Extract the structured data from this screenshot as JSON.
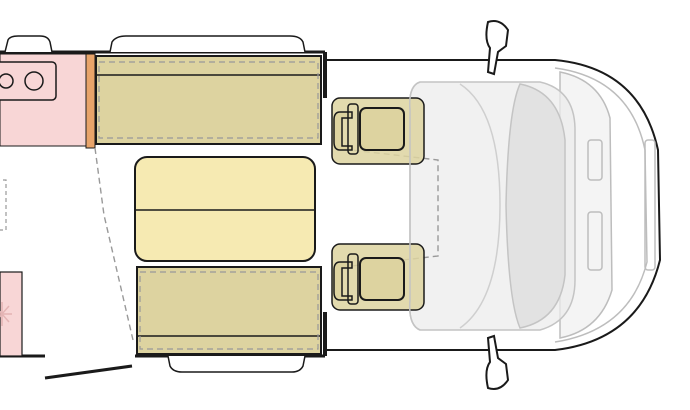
{
  "colors": {
    "background": "#ffffff",
    "outline": "#1a1a1a",
    "cushion_olive": "#ddd3a0",
    "cushion_light": "#f6eab2",
    "cushion_dark_line": "#2a2a2a",
    "kitchen_pink": "#f8d6d6",
    "partition_orange": "#e8a46a",
    "cab_glass": "#eeeeee",
    "cab_outline": "#bdbdbd",
    "dashed": "#999999",
    "fridge_symbol": "#e4b4b4"
  },
  "icons": {
    "hob_burners": "double-circle-burners",
    "fridge_symbol": "snowflake",
    "mirrors": "side-mirror-shapes"
  }
}
